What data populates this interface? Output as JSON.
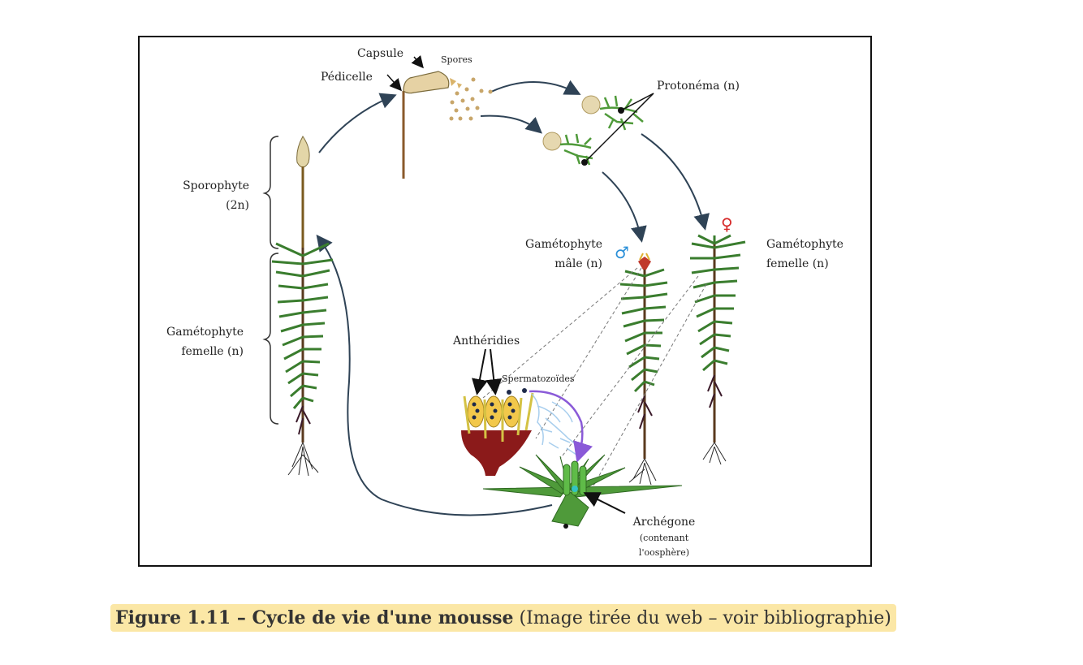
{
  "labels": {
    "capsule": "Capsule",
    "spores": "Spores",
    "pedicelle": "Pédicelle",
    "protonema": "Protonéma (n)",
    "sporophyte_line1": "Sporophyte",
    "sporophyte_line2": "(2n)",
    "gametophyte_male_line1": "Gamétophyte",
    "gametophyte_male_line2": "mâle (n)",
    "male_symbol": "♂",
    "female_symbol": "♀",
    "gametophyte_female_right_line1": "Gamétophyte",
    "gametophyte_female_right_line2": "femelle (n)",
    "gametophyte_female_left_line1": "Gamétophyte",
    "gametophyte_female_left_line2": "femelle (n)",
    "antheridies": "Anthéridies",
    "spermatozoides": "Spermatozoïdes",
    "archegone": "Archégone",
    "archegone_note_line1": "(contenant",
    "archegone_note_line2": "l'oosphère)"
  },
  "caption": {
    "title": "Figure 1.11 – Cycle de vie d'une mousse",
    "note": " (Image tirée du web – voir bibliographie)"
  },
  "colors": {
    "arrow": "#2f4356",
    "stem": "#8a5a2b",
    "leaf": "#3a7d2e",
    "capsule": "#e6d2a4",
    "antheridia_base": "#8b1a1a",
    "antheridia_sac": "#f2c84b",
    "male_symbol": "#2a8fd8",
    "female_symbol": "#d62828",
    "sperm_path": "#8a5ad8",
    "caption_highlight": "#fbe7a6"
  }
}
